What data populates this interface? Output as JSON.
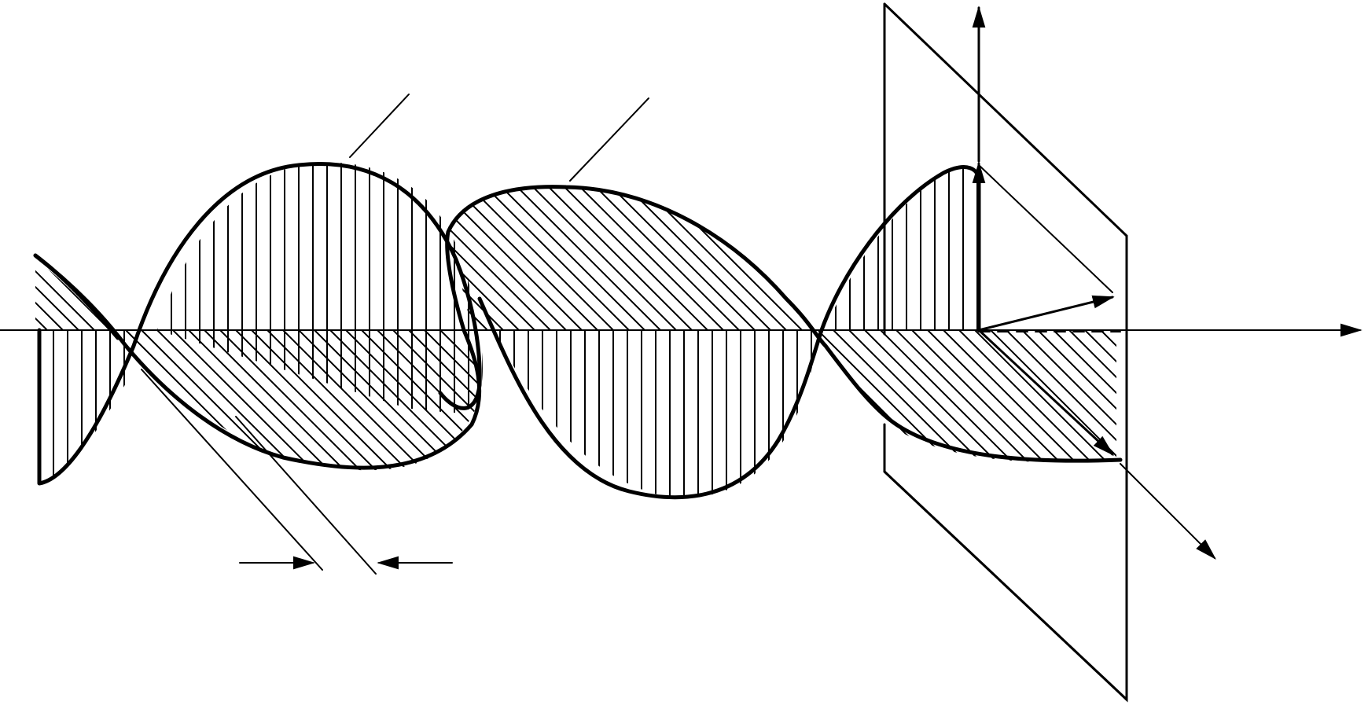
{
  "figure": {
    "title": "",
    "colors": {
      "ink": "#000000",
      "paper": "#ffffff"
    },
    "elements": [
      "propagation-axis",
      "vertical-wave",
      "horizontal-wave",
      "polarization-plane",
      "field-vectors",
      "leader-lines",
      "dimension-arrows"
    ]
  }
}
